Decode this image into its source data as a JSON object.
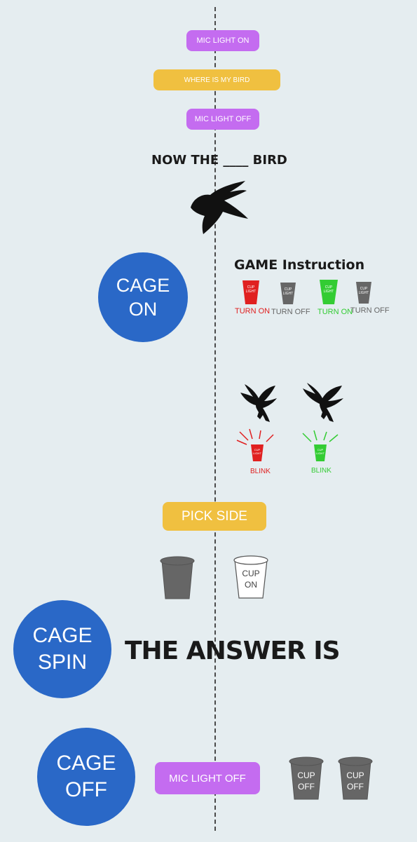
{
  "top_steps": {
    "mic_light_on": "MIC LIGHT ON",
    "where_is_my_bird": "WHERE IS MY BIRD",
    "mic_light_off": "MIC LIGHT OFF"
  },
  "now_the_bird": "NOW THE ____ BIRD",
  "cage_on": {
    "line1": "CAGE",
    "line2": "ON"
  },
  "game_instruction": {
    "title": "GAME Instruction",
    "cup_text_line1": "CUP",
    "cup_text_line2": "LIGHT",
    "items": [
      {
        "label": "TURN ON",
        "color": "#e02020"
      },
      {
        "label": "TURN OFF",
        "color": "#666666"
      },
      {
        "label": "TURN ON",
        "color": "#33cc33"
      },
      {
        "label": "TURN OFF",
        "color": "#666666"
      }
    ]
  },
  "blink": [
    {
      "label": "BLINK",
      "color": "#e02020"
    },
    {
      "label": "BLINK",
      "color": "#33cc33"
    }
  ],
  "pick_side": "PICK SIDE",
  "cup_on": {
    "line1": "CUP",
    "line2": "ON"
  },
  "cage_spin": {
    "line1": "CAGE",
    "line2": "SPIN"
  },
  "the_answer_is": "THE ANSWER IS",
  "cage_off": {
    "line1": "CAGE",
    "line2": "OFF"
  },
  "mic_light_off_bottom": "MIC LIGHT OFF",
  "cup_off": {
    "line1": "CUP",
    "line2": "OFF"
  },
  "colors": {
    "background": "#e5edf0",
    "purple": "#c46cf0",
    "yellow": "#f0c040",
    "blue": "#2a68c7",
    "red": "#e02020",
    "green": "#33cc33",
    "grey": "#666666"
  }
}
